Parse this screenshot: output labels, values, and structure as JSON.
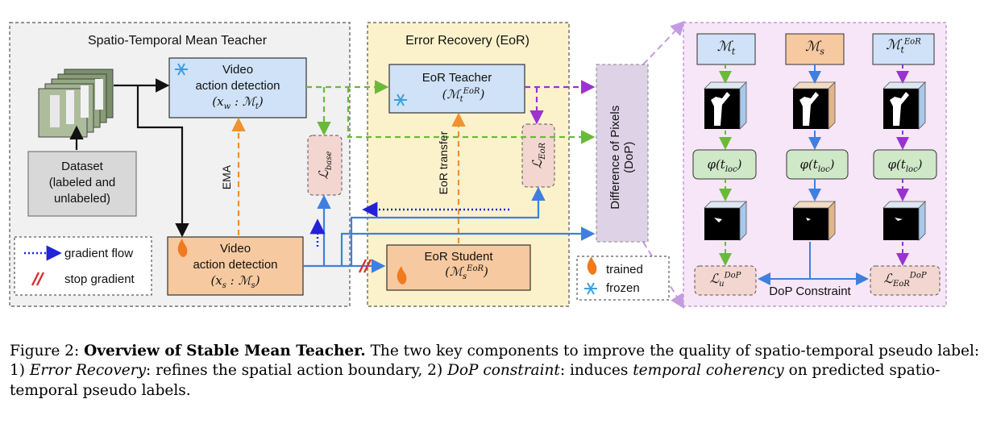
{
  "panels": {
    "st_title": "Spatio-Temporal Mean Teacher",
    "eor_title": "Error Recovery (EoR)"
  },
  "boxes": {
    "video_teacher": {
      "line1": "Video",
      "line2": "action detection",
      "math": "(xw : Mt)"
    },
    "video_student": {
      "line1": "Video",
      "line2": "action detection",
      "math": "(xs : Ms)"
    },
    "dataset": {
      "line1": "Dataset",
      "line2": "(labeled and",
      "line3": "unlabeled)"
    },
    "eor_teacher": {
      "line1": "EoR Teacher",
      "math": "(Mt EoR)"
    },
    "eor_student": {
      "line1": "EoR Student",
      "math": "(Ms EoR)"
    },
    "dop": {
      "line1": "Difference of Pixels",
      "line2": "(DoP)"
    },
    "l_base": "L base",
    "l_eor": "L EoR"
  },
  "labels": {
    "ema": "EMA",
    "eor_transfer": "EoR transfer",
    "dop_constraint": "DoP Constraint"
  },
  "legend": {
    "gradient_flow": "gradient flow",
    "stop_gradient": "stop gradient",
    "trained": "trained",
    "frozen": "frozen"
  },
  "dop_panel": {
    "headers": [
      "Mt",
      "Ms",
      "Mt EoR"
    ],
    "phi": "φ(tloc)",
    "losses": [
      "Lu DoP",
      "L EoR DoP"
    ]
  },
  "caption": {
    "prefix": "Figure 2:",
    "bold": "Overview of Stable Mean Teacher.",
    "t1": "The two key components to improve the quality of spatio-temporal pseudo label: 1)",
    "i1": "Error Recovery",
    "t2": ": refines the spatial action boundary, 2)",
    "i2": "DoP constraint",
    "t3": ": induces",
    "i3": "temporal coherency",
    "t4": "on predicted spatio-temporal pseudo labels."
  },
  "colors": {
    "teacher_blue": "#cfe2f7",
    "student_orange": "#f6c9a0",
    "eor_panel": "#fbf2cc",
    "dop_box": "#ddd2e6",
    "dop_panel": "#f7e6f7",
    "loss_pink": "#f3d6d0",
    "green_arrow": "#6aba3a",
    "orange_arrow": "#f0922e",
    "blue_arrow": "#3f7fe0",
    "purple_arrow": "#9b32d2"
  }
}
